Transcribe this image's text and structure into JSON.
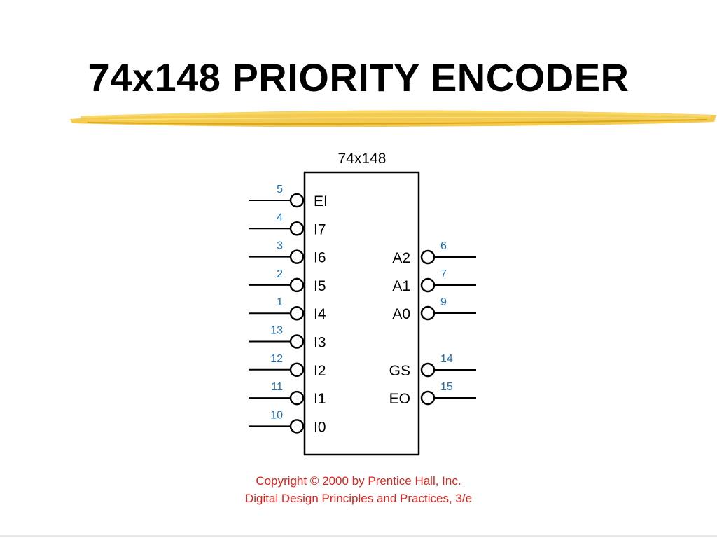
{
  "slide": {
    "title": "74x148 PRIORITY ENCODER",
    "accent_color": "#f2c230"
  },
  "chip": {
    "name": "74x148",
    "body_color": "#000000",
    "pin_number_color": "#1f6fb5",
    "inputs": [
      {
        "label": "EI",
        "pin": "5"
      },
      {
        "label": "I7",
        "pin": "4"
      },
      {
        "label": "I6",
        "pin": "3"
      },
      {
        "label": "I5",
        "pin": "2"
      },
      {
        "label": "I4",
        "pin": "1"
      },
      {
        "label": "I3",
        "pin": "13"
      },
      {
        "label": "I2",
        "pin": "12"
      },
      {
        "label": "I1",
        "pin": "11"
      },
      {
        "label": "I0",
        "pin": "10"
      }
    ],
    "outputs": [
      {
        "label": "A2",
        "pin": "6"
      },
      {
        "label": "A1",
        "pin": "7"
      },
      {
        "label": "A0",
        "pin": "9"
      },
      {
        "label": "GS",
        "pin": "14"
      },
      {
        "label": "EO",
        "pin": "15"
      }
    ]
  },
  "footer": {
    "copyright_line1": "Copyright © 2000 by Prentice Hall, Inc.",
    "copyright_line2": "Digital Design Principles and Practices, 3/e",
    "text_color": "#e0231c"
  }
}
